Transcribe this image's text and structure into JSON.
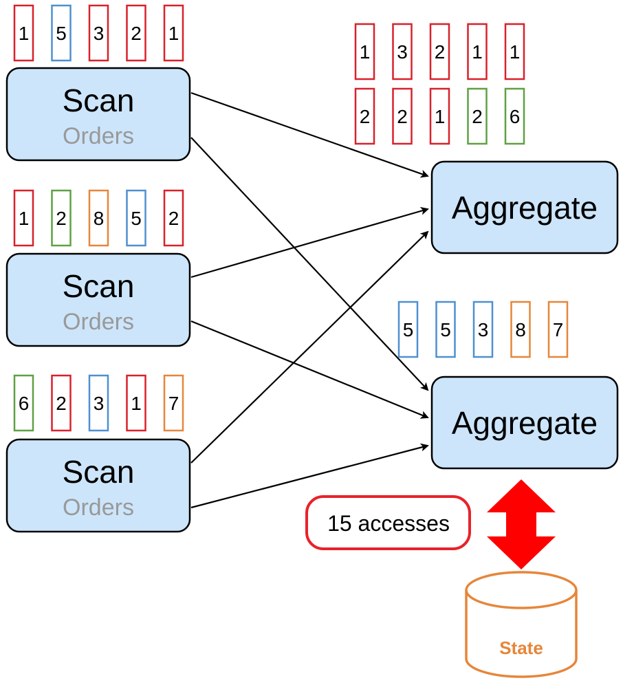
{
  "colors": {
    "red": "#d8212b",
    "blue": "#4f8fd0",
    "green": "#5fa043",
    "orange": "#e6863a",
    "node_fill": "#cce5fb",
    "subtitle_gray": "#999999",
    "arrow_red": "#ff0000",
    "state_orange": "#e6863a"
  },
  "scans": [
    {
      "title": "Scan",
      "subtitle": "Orders",
      "tuples": [
        {
          "v": "1",
          "c": "red"
        },
        {
          "v": "5",
          "c": "blue"
        },
        {
          "v": "3",
          "c": "red"
        },
        {
          "v": "2",
          "c": "red"
        },
        {
          "v": "1",
          "c": "red"
        }
      ]
    },
    {
      "title": "Scan",
      "subtitle": "Orders",
      "tuples": [
        {
          "v": "1",
          "c": "red"
        },
        {
          "v": "2",
          "c": "green"
        },
        {
          "v": "8",
          "c": "orange"
        },
        {
          "v": "5",
          "c": "blue"
        },
        {
          "v": "2",
          "c": "red"
        }
      ]
    },
    {
      "title": "Scan",
      "subtitle": "Orders",
      "tuples": [
        {
          "v": "6",
          "c": "green"
        },
        {
          "v": "2",
          "c": "red"
        },
        {
          "v": "3",
          "c": "blue"
        },
        {
          "v": "1",
          "c": "red"
        },
        {
          "v": "7",
          "c": "orange"
        }
      ]
    }
  ],
  "aggregates": [
    {
      "title": "Aggregate",
      "tuple_rows": [
        [
          {
            "v": "1",
            "c": "red"
          },
          {
            "v": "3",
            "c": "red"
          },
          {
            "v": "2",
            "c": "red"
          },
          {
            "v": "1",
            "c": "red"
          },
          {
            "v": "1",
            "c": "red"
          }
        ],
        [
          {
            "v": "2",
            "c": "red"
          },
          {
            "v": "2",
            "c": "red"
          },
          {
            "v": "1",
            "c": "red"
          },
          {
            "v": "2",
            "c": "green"
          },
          {
            "v": "6",
            "c": "green"
          }
        ]
      ]
    },
    {
      "title": "Aggregate",
      "tuple_rows": [
        [
          {
            "v": "5",
            "c": "blue"
          },
          {
            "v": "5",
            "c": "blue"
          },
          {
            "v": "3",
            "c": "blue"
          },
          {
            "v": "8",
            "c": "orange"
          },
          {
            "v": "7",
            "c": "orange"
          }
        ]
      ]
    }
  ],
  "edges": [
    {
      "from": "scan-1",
      "to": "aggregate-1"
    },
    {
      "from": "scan-1",
      "to": "aggregate-2"
    },
    {
      "from": "scan-2",
      "to": "aggregate-1"
    },
    {
      "from": "scan-2",
      "to": "aggregate-2"
    },
    {
      "from": "scan-3",
      "to": "aggregate-1"
    },
    {
      "from": "scan-3",
      "to": "aggregate-2"
    }
  ],
  "access_label": "15 accesses",
  "state_label": "State"
}
